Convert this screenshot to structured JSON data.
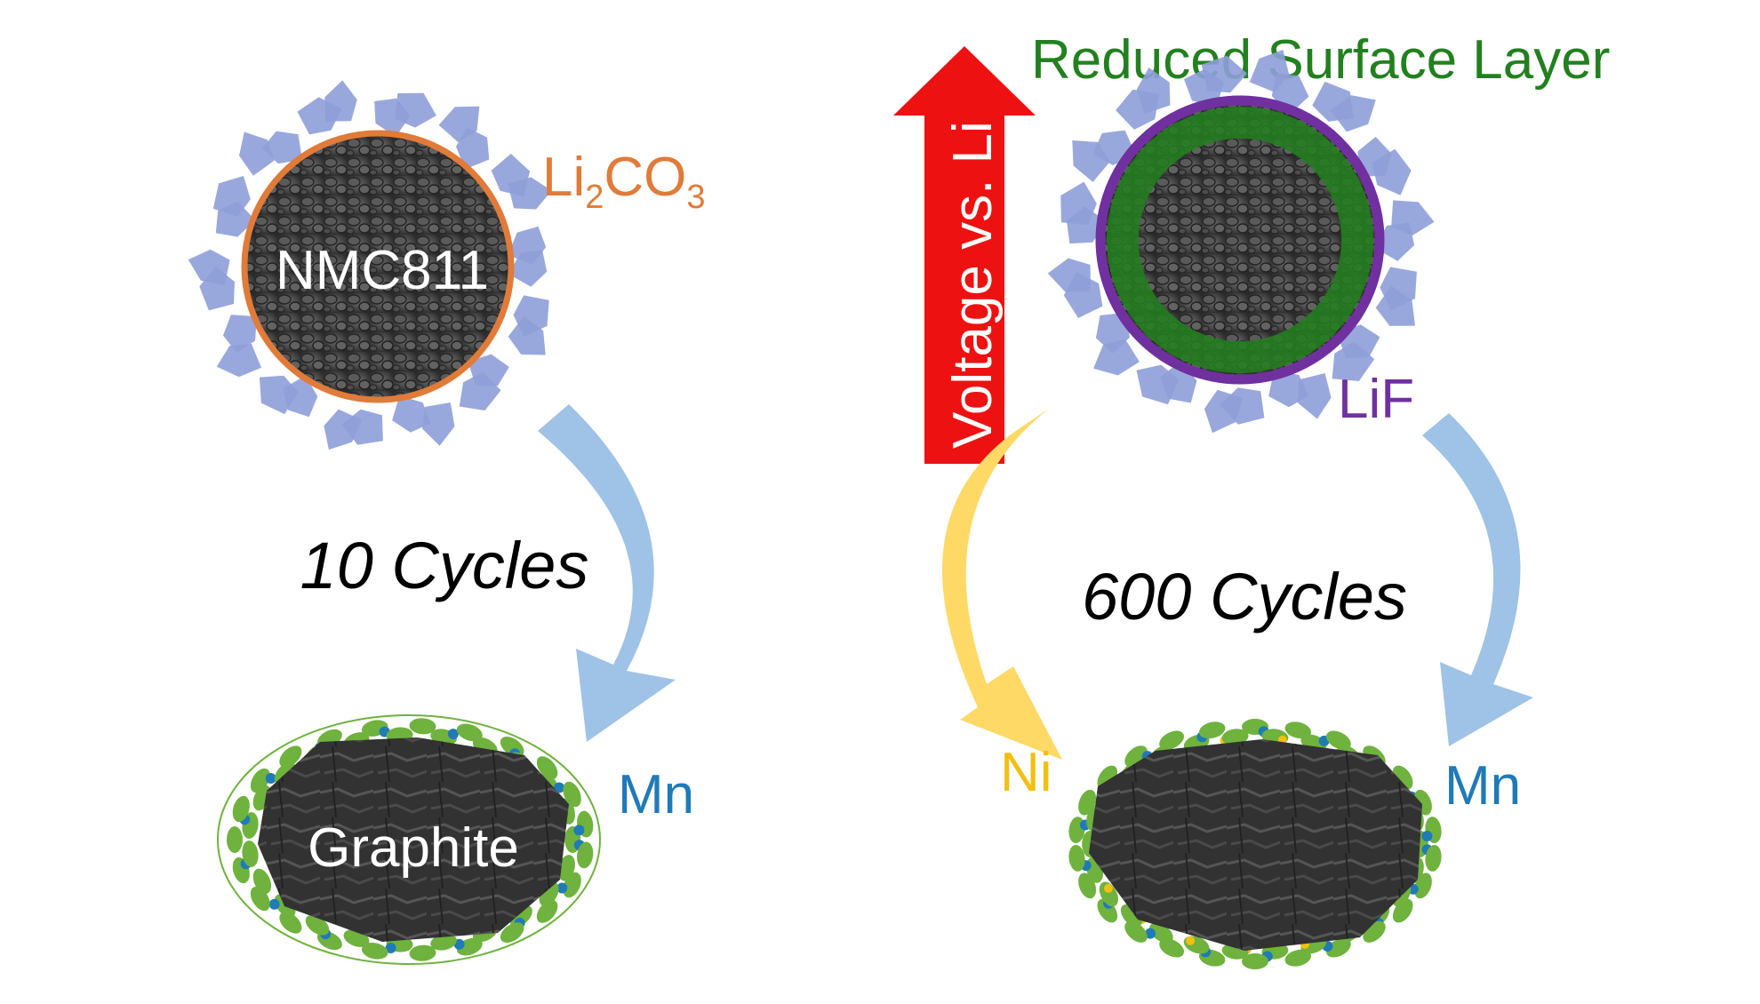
{
  "labels": {
    "nmc": "NMC811",
    "li2co3": {
      "base_li": "Li",
      "sub_2": "2",
      "base_co": "CO",
      "sub_3": "3"
    },
    "graphite": "Graphite",
    "mn_left": "Mn",
    "cycles_left": "10 Cycles",
    "voltage": "Voltage vs. Li",
    "reduced_layer": "Reduced Surface Layer",
    "lif": "LiF",
    "cycles_right": "600 Cycles",
    "ni": "Ni",
    "mn_right": "Mn"
  },
  "colors": {
    "li2co3": "#e07b39",
    "mn": "#1f7ab8",
    "ni": "#f2c012",
    "lif": "#7030a0",
    "reduced_layer": "#22801f",
    "voltage_arrow": "#ee1111",
    "blue_arrow": "#9fc2e7",
    "yellow_arrow": "#ffd966",
    "crystal": "#8e9fd8",
    "sei_green": "#6fb23e",
    "sem_dark": "#3c3c3c"
  }
}
